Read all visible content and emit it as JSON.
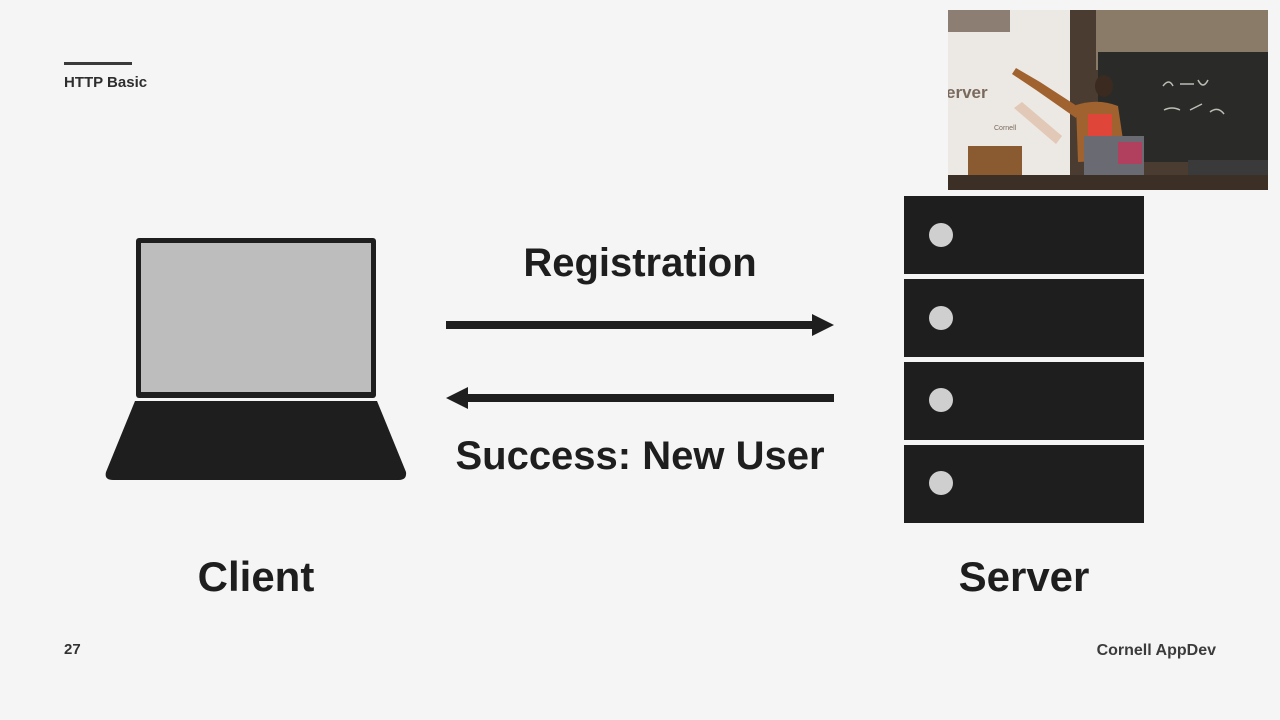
{
  "slide": {
    "section_title": "HTTP Basic",
    "page_number": "27",
    "brand": "Cornell AppDev"
  },
  "diagram": {
    "client_label": "Client",
    "server_label": "Server",
    "request_label": "Registration",
    "response_label": "Success: New User",
    "server_units": 4
  },
  "webcam": {
    "screen_text": "erver",
    "screen_footer": "Cornell"
  },
  "colors": {
    "background": "#f5f5f5",
    "laptop_body": "#1e1e1e",
    "laptop_screen": "#bdbdbd",
    "server_unit": "#1e1e1e",
    "server_led": "#cfcfcf"
  }
}
